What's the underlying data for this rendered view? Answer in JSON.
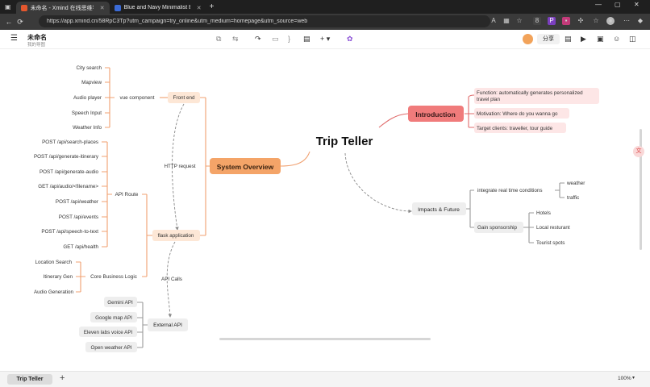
{
  "browser": {
    "tabs": [
      {
        "label": "未命名 - Xmind 在线思维导图",
        "active": true
      },
      {
        "label": "Blue and Navy Minimalist Brand",
        "active": false
      }
    ],
    "url": "https://app.xmind.cn/58RpC3Tp?utm_campaign=try_online&utm_medium=homepage&utm_source=web"
  },
  "app": {
    "title": "未命名",
    "subtitle": "我的导图",
    "share_label": "分享",
    "sheet_tab": "Trip Teller",
    "zoom": "100%"
  },
  "mindmap": {
    "central": "Trip Teller",
    "introduction": {
      "label": "Introduction",
      "items": [
        "Function: automatically generates personalized",
        "travel plan",
        "Motivation: Where do you wanna go",
        "Target clients: traveller, tour guide"
      ]
    },
    "impacts": {
      "label": "Impacts & Future",
      "realtime": "integrate real time conditions",
      "realtime_items": [
        "weather",
        "traffic"
      ],
      "sponsorship": "Gain sponsorship",
      "sponsorship_items": [
        "Hotels",
        "Local resturant",
        "Tourist spots"
      ]
    },
    "system": {
      "label": "System Overview",
      "front_end": "Front end",
      "vue": "vue component",
      "vue_items": [
        "City search",
        "Mapview",
        "Audio player",
        "Speech Input",
        "Weather Info"
      ],
      "http": "HTTP request",
      "flask": "flask application",
      "api_route": "API Route",
      "routes": [
        "POST  /api/search-places",
        "POST  /api/generate-itinerary",
        "POST  /api/generate-audio",
        "GET   /api/audio/<filename>",
        "POST  /api/weather",
        "POST  /api/events",
        "POST  /api/speech-to-text",
        "GET    /api/health"
      ],
      "core": "Core Business Logic",
      "core_items": [
        "Location Search",
        "Itinerary Gen",
        "Audio Generation"
      ],
      "api_calls": "API Calls",
      "external": "External API",
      "external_items": [
        "Gemini API",
        "Google map API",
        "Eleven labs voice API",
        "Open weather API"
      ]
    }
  }
}
